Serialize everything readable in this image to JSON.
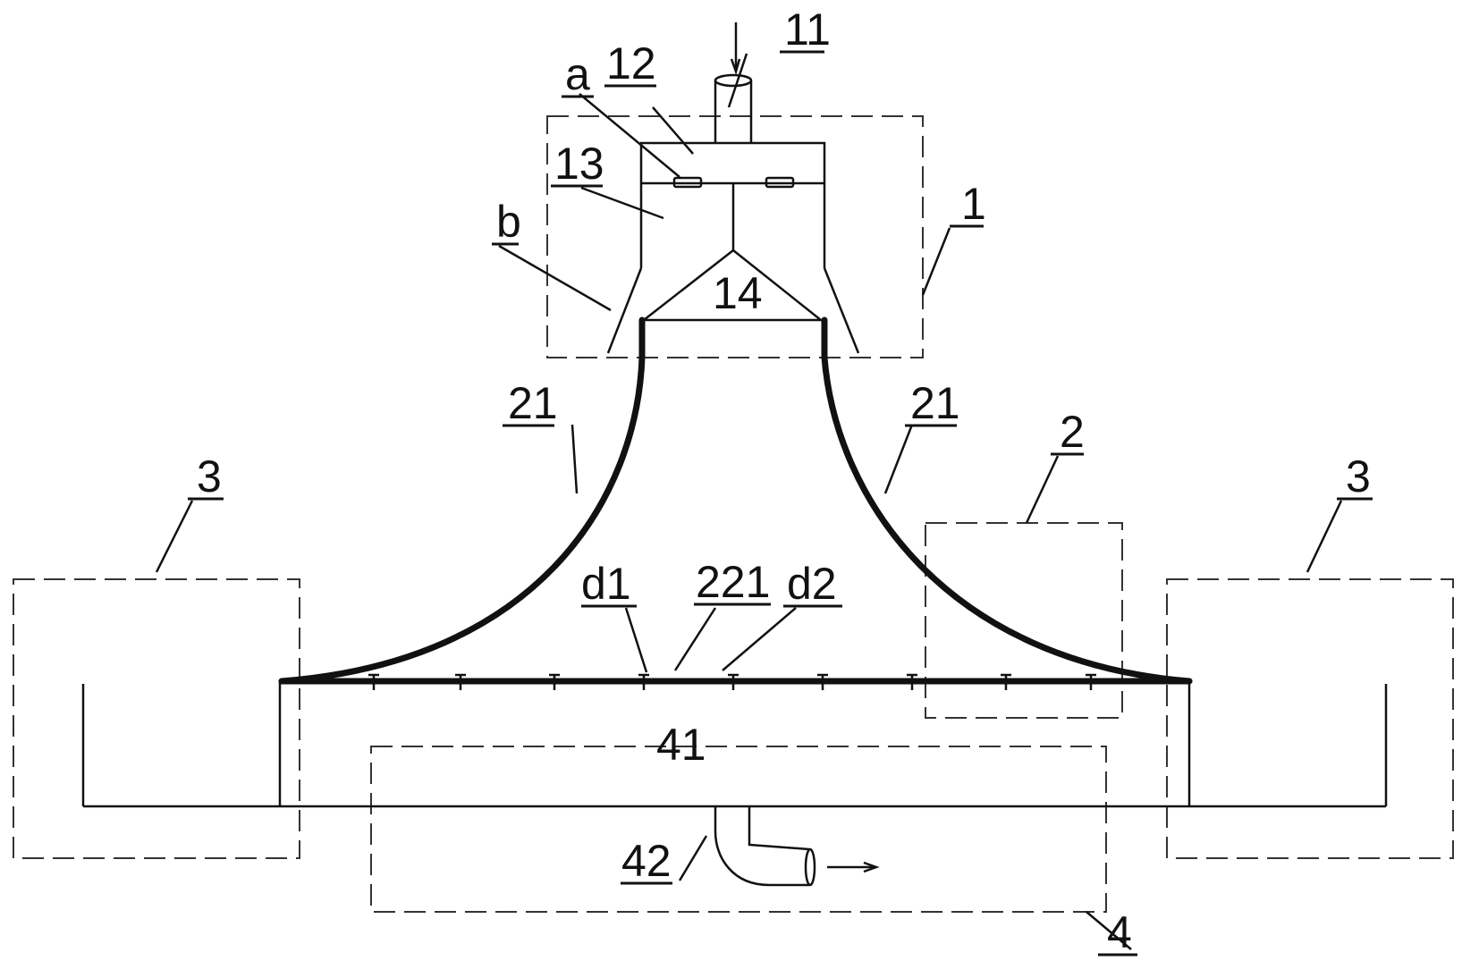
{
  "labels": {
    "l1": "1",
    "l2": "2",
    "l3_left": "3",
    "l3_right": "3",
    "l4": "4",
    "l11": "11",
    "l12": "12",
    "l13": "13",
    "l14": "14",
    "l21_left": "21",
    "l21_right": "21",
    "l41": "41",
    "l42": "42",
    "l221": "221",
    "la": "a",
    "lb": "b",
    "ld1": "d1",
    "ld2": "d2"
  }
}
